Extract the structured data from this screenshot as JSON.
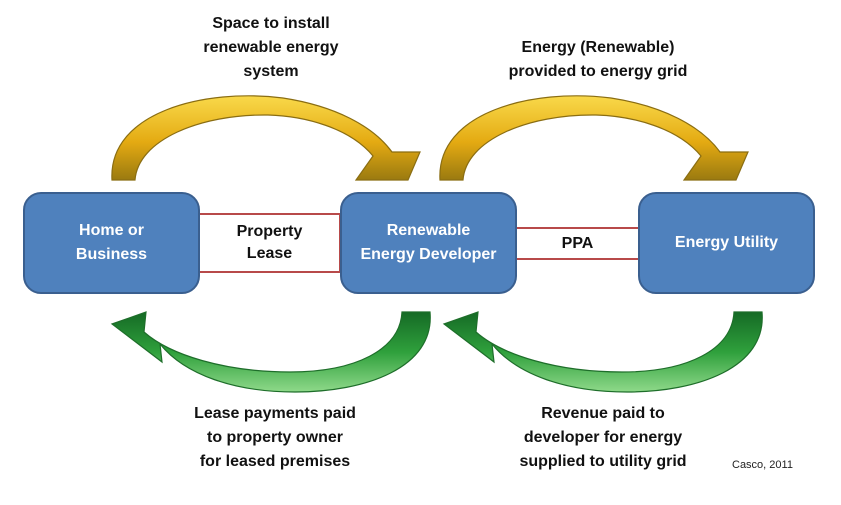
{
  "nodes": {
    "home": "Home or\nBusiness",
    "developer": "Renewable\nEnergy Developer",
    "utility": "Energy Utility"
  },
  "connectors": {
    "property_lease": "Property\nLease",
    "ppa": "PPA"
  },
  "flows": {
    "space": "Space to install\nrenewable energy\nsystem",
    "energy": "Energy (Renewable)\nprovided to energy grid",
    "lease_payments": "Lease payments paid\nto  property owner\nfor leased premises",
    "revenue": "Revenue paid to\ndeveloper for energy\nsupplied to utility grid"
  },
  "credit": "Casco, 2011",
  "colors": {
    "box_fill": "#4f81bd",
    "box_border": "#3a5f8f",
    "connector_border": "#b84a4a",
    "arrow_gold": "#f2b705",
    "arrow_green": "#2e9e3e"
  }
}
